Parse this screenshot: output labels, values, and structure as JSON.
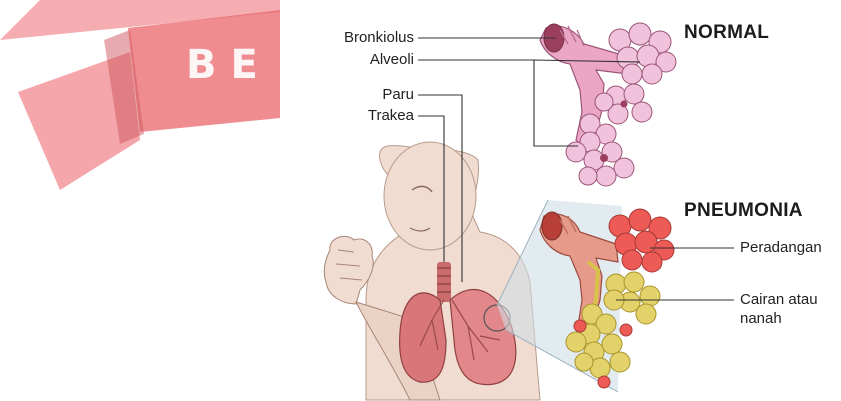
{
  "watermark": {
    "text": "BE"
  },
  "normal": {
    "title": "NORMAL",
    "labels": {
      "bronchiole": "Bronkiolus",
      "alveoli": "Alveoli"
    }
  },
  "body": {
    "labels": {
      "lung": "Paru",
      "trachea": "Trakea"
    }
  },
  "pneumonia": {
    "title": "PNEUMONIA",
    "labels": {
      "inflammation": "Peradangan",
      "fluid_line1": "Cairan atau",
      "fluid_line2": "nanah"
    }
  },
  "colors": {
    "watermark_red": "#e8404a",
    "alveoli_normal": "#ecb4d4",
    "alveoli_inflamed": "#ee5a55",
    "fluid": "#e3d26a",
    "lung": "#d9767a",
    "skin": "#f0dcd0",
    "leader_line": "#333333"
  }
}
